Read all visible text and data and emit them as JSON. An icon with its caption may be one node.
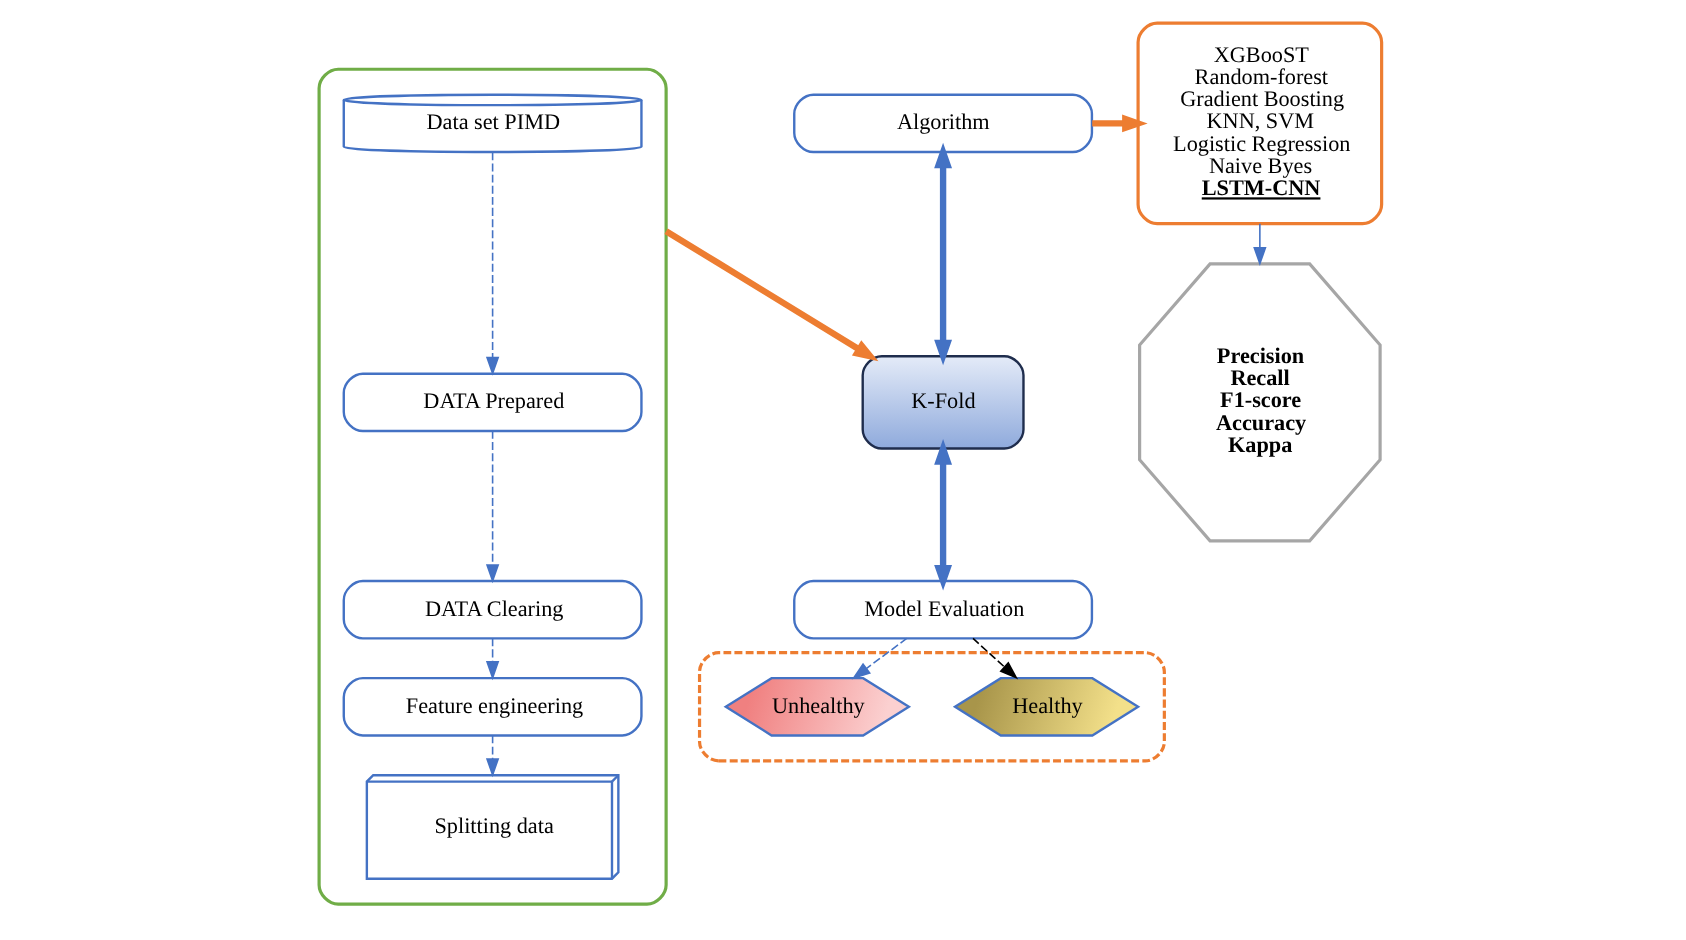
{
  "diagram": {
    "nodes": [
      {
        "text": [],
        "shape": "box"
      },
      {
        "text": [
          "Data set PIMD"
        ],
        "in": 0
      },
      {
        "text": [
          "DATA Prepared"
        ],
        "in": 0
      },
      {
        "text": [
          "DATA Clearing"
        ],
        "in": 0
      },
      {
        "text": [
          "Feature engineering"
        ],
        "in": 0
      },
      {
        "text": [
          "Splitting data"
        ],
        "in": 0
      },
      {
        "text": [
          "Algorithm"
        ]
      },
      {
        "text": [
          "K-Fold"
        ]
      },
      {
        "text": [
          "Model Evaluation"
        ]
      },
      {
        "text": [],
        "shape": "ellipse"
      },
      {
        "text": [
          "Healthy"
        ],
        "in": 9
      },
      {
        "text": [
          "Unhealthy"
        ],
        "in": 9
      },
      {
        "text": [
          "XGBooST",
          "Random-forest",
          "Gradient Boosting",
          "KNN, SVM",
          "Logistic Regression",
          "Naive Byes",
          "LSTM-CNN"
        ]
      },
      {
        "text": [
          "Precision",
          "Recall",
          "F1-score",
          "Accuracy",
          "Kappa"
        ]
      }
    ],
    "edges": [
      {
        "from": 1,
        "to": 2,
        "arrow": "to",
        "style": "dashed"
      },
      {
        "from": 2,
        "to": 3,
        "arrow": "to",
        "style": "dashed"
      },
      {
        "from": 3,
        "to": 4,
        "arrow": "to",
        "style": "dashed"
      },
      {
        "from": 4,
        "to": 5,
        "arrow": "to",
        "style": "dashed"
      },
      {
        "from": 0,
        "to": 7,
        "arrow": "to",
        "style": "thick",
        "color": "#ed7d31"
      },
      {
        "from": 6,
        "to": 7,
        "arrow": "both",
        "style": "thick"
      },
      {
        "from": 7,
        "to": 8,
        "arrow": "both",
        "style": "thick"
      },
      {
        "from": 8,
        "to": 10,
        "arrow": "to",
        "style": "dashed",
        "color": "#000000"
      },
      {
        "from": 8,
        "to": 11,
        "arrow": "to",
        "style": "dashed"
      },
      {
        "from": 6,
        "to": 12,
        "arrow": "to",
        "style": "thick",
        "color": "#ed7d31"
      },
      {
        "from": 12,
        "to": 13,
        "arrow": "to"
      }
    ]
  }
}
